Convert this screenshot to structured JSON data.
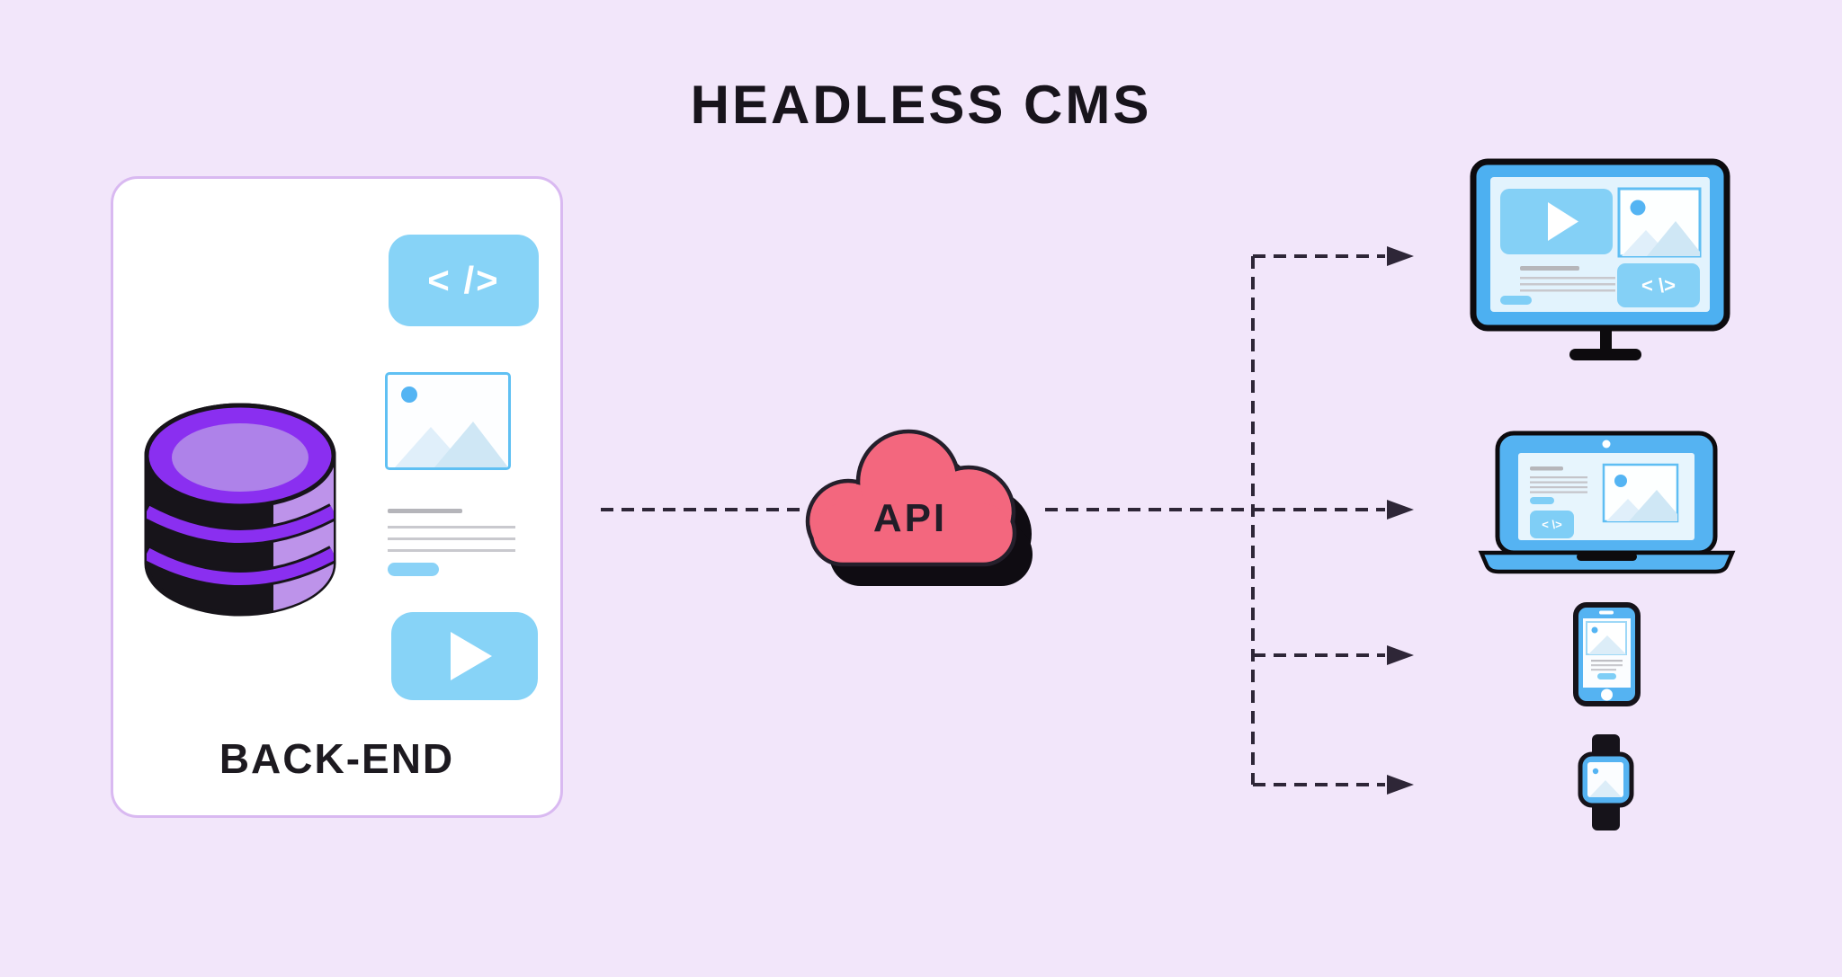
{
  "title": "HEADLESS CMS",
  "backend": {
    "label": "BACK-END",
    "code_glyph": "< />",
    "icons": [
      "database",
      "code-snippet",
      "image-placeholder",
      "text-lines",
      "play-video"
    ]
  },
  "api": {
    "label": "API"
  },
  "connections": {
    "style": "dashed-arrow",
    "from_backend_to_api": true,
    "from_api_to": [
      "desktop-monitor",
      "laptop",
      "smartphone",
      "smartwatch"
    ]
  },
  "devices": {
    "monitor": {
      "name": "desktop-monitor",
      "code_glyph": "< \\>"
    },
    "laptop": {
      "name": "laptop",
      "code_glyph": "< \\>"
    },
    "phone": {
      "name": "smartphone"
    },
    "watch": {
      "name": "smartwatch"
    }
  },
  "colors": {
    "background": "#f2e6fa",
    "card_background": "#ffffff",
    "card_border": "#d9b9f1",
    "icon_blue": "#87d3f7",
    "device_blue": "#55b3f2",
    "screen_light_blue": "#e3f3fd",
    "database_purple": "#8a2ff0",
    "database_light_purple": "#bd93ea",
    "database_black": "#17141a",
    "api_pink": "#f3677e",
    "line_dark": "#2e2637",
    "text_dark": "#1d1a20",
    "gray_line": "#c9c9ce"
  }
}
